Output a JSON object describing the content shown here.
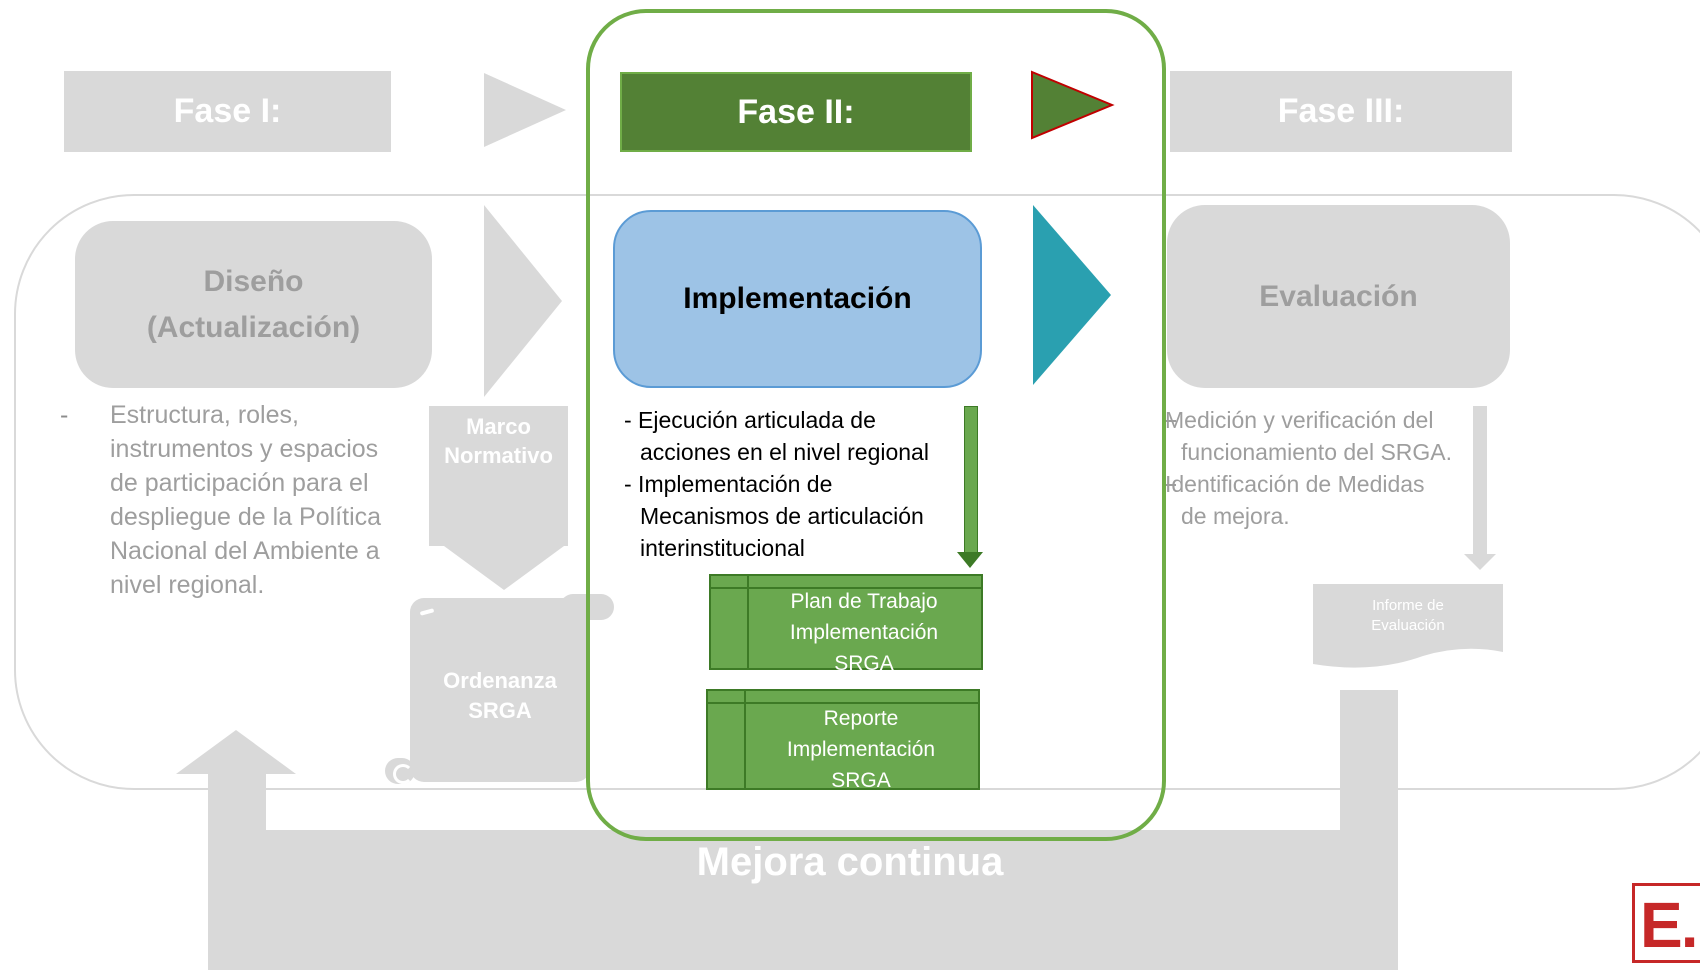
{
  "phases": {
    "phase1": "Fase I:",
    "phase2": "Fase II:",
    "phase3": "Fase III:"
  },
  "stages": {
    "design": {
      "line1": "Diseño",
      "line2": "(Actualización)"
    },
    "implementation": "Implementación",
    "evaluation": "Evaluación"
  },
  "design_description": {
    "bullet": "-",
    "lines": [
      "Estructura, roles,",
      "instrumentos y espacios",
      "de participación para el",
      "despliegue de la Política",
      "Nacional del Ambiente a",
      "nivel regional."
    ]
  },
  "legal_framework": {
    "line1": "Marco",
    "line2": "Normativo"
  },
  "ordinance": {
    "line1": "Ordenanza",
    "line2": "SRGA"
  },
  "implementation_description": {
    "lines": [
      "- Ejecución articulada de",
      "acciones en el nivel regional",
      "- Implementación de",
      "Mecanismos de articulación",
      "interinstitucional"
    ]
  },
  "work_plan": {
    "line1": "Plan de Trabajo",
    "line2": "Implementación",
    "line3": "SRGA"
  },
  "implementation_report": {
    "line1": "Reporte",
    "line2": "Implementación",
    "line3": "SRGA"
  },
  "evaluation_description": {
    "lines": [
      "Medición y verificación del",
      "funcionamiento del SRGA.",
      "Identificación de Medidas",
      "de mejora."
    ]
  },
  "evaluation_report": {
    "line1": "Informe de",
    "line2": "Evaluación"
  },
  "continuous_improvement": "Mejora continua",
  "logo_text": "E. P",
  "colors": {
    "gray": "#d9d9d9",
    "gray_text": "#9e9e9e",
    "dark_green": "#538135",
    "green": "#6aa84f",
    "highlight_border": "#70ad47",
    "blue": "#9dc3e6",
    "teal": "#2aa0b0",
    "logo_red": "#c62828"
  }
}
